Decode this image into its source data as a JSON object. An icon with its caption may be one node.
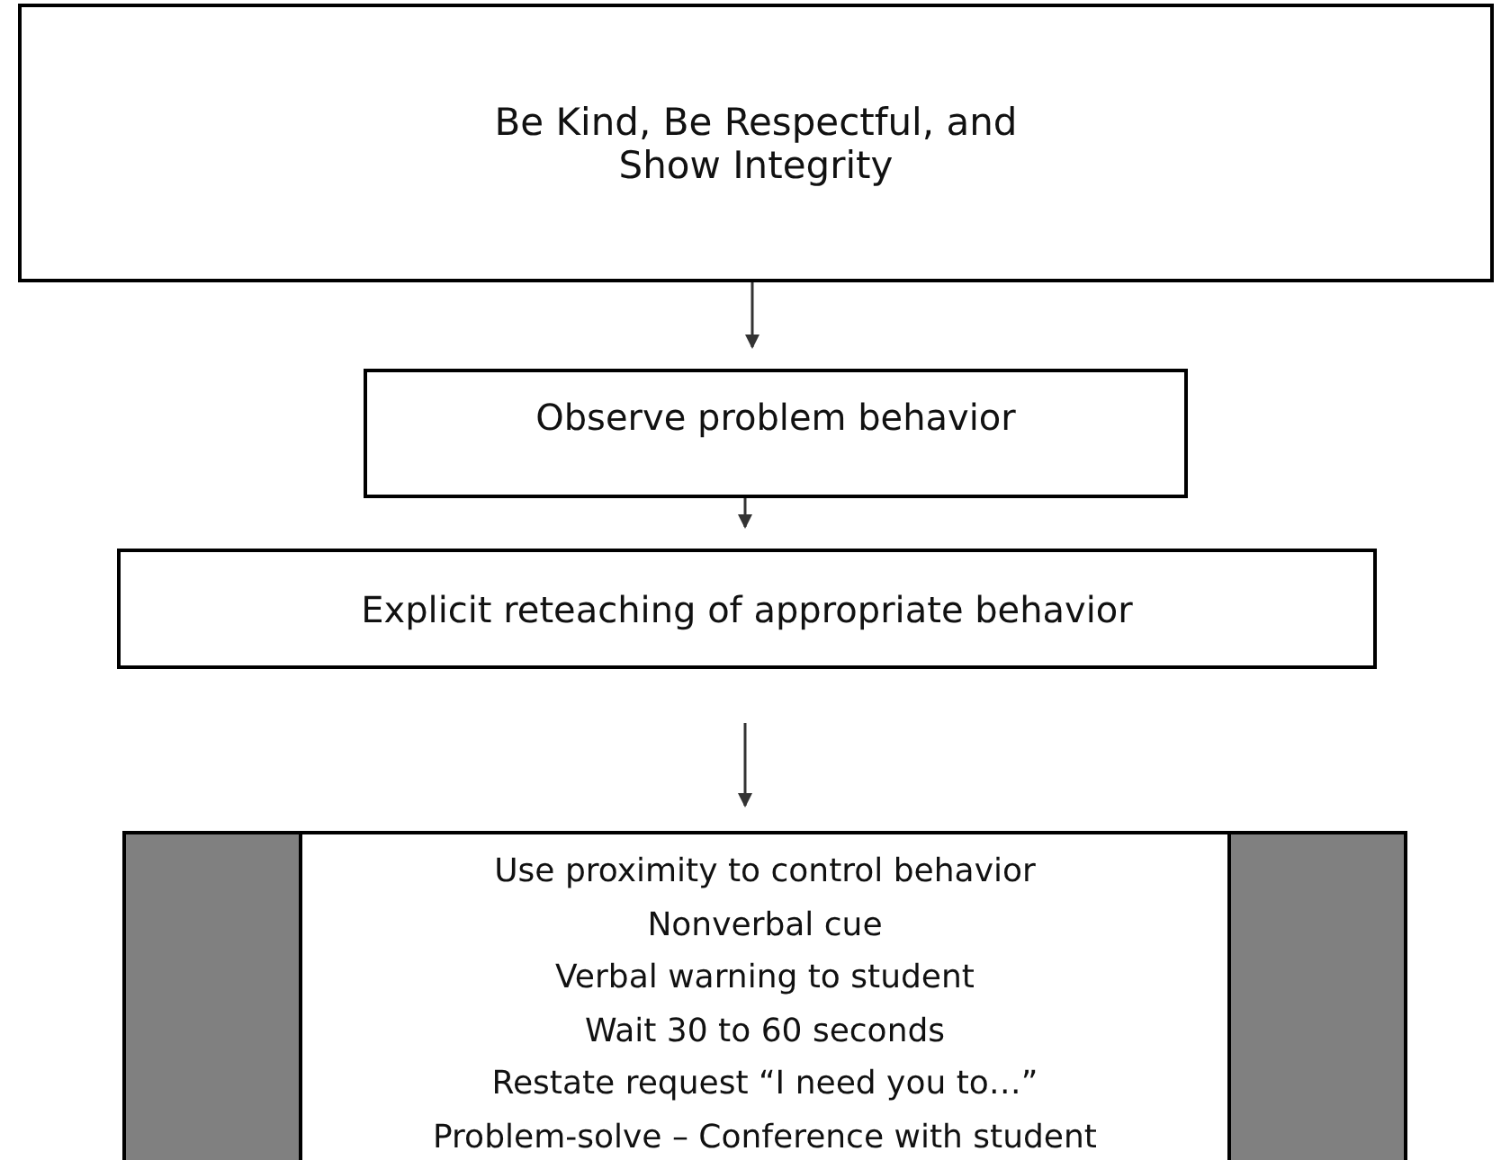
{
  "diagram": {
    "nodes": [
      {
        "text": [
          "Be Kind, Be  Respectful, and Show Integrity"
        ]
      },
      {
        "text": [
          "Observe problem behavior"
        ]
      },
      {
        "text": [
          "Explicit reteaching of appropriate behavior"
        ]
      },
      {
        "text": [
          "Use proximity to control behavior",
          "Nonverbal cue",
          "Verbal warning to student",
          "Wait 30 to 60 seconds",
          "Restate request “I need you to…”",
          "Problem-solve – Conference with student"
        ]
      }
    ],
    "edges": [
      {
        "from": 0,
        "to": 1,
        "arrow": "to"
      },
      {
        "from": 1,
        "to": 2,
        "arrow": "to"
      },
      {
        "from": 2,
        "to": 3,
        "arrow": "to"
      }
    ]
  }
}
